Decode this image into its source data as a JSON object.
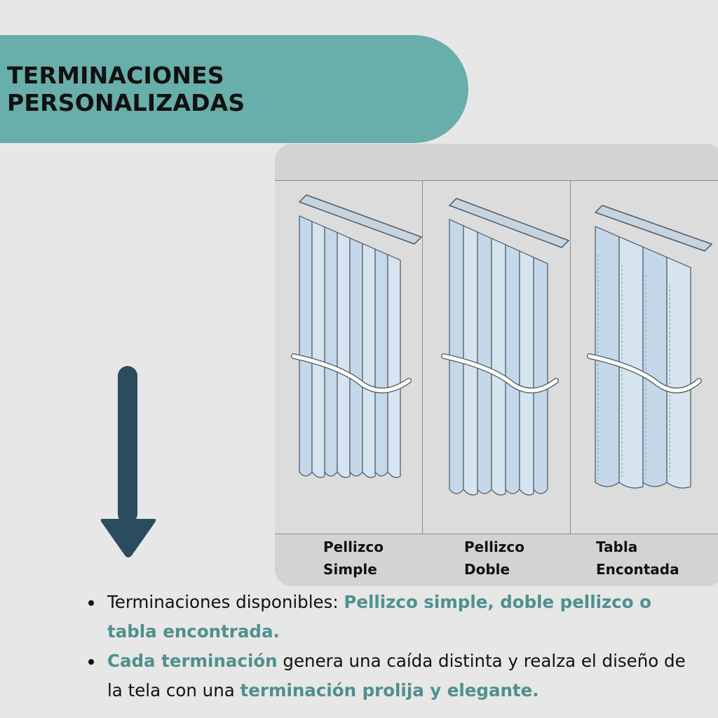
{
  "header": {
    "title": "TERMINACIONES PERSONALIZADAS"
  },
  "colors": {
    "banner": "#68aeab",
    "accent": "#4f908d",
    "arrow": "#2b4b5e",
    "card": "#d3d3d3"
  },
  "options": [
    {
      "line1": "Pellizco",
      "line2": "Simple"
    },
    {
      "line1": "Pellizco",
      "line2": "Doble"
    },
    {
      "line1": "Tabla",
      "line2": "Encontada"
    }
  ],
  "bullets": [
    {
      "plain": "Terminaciones disponibles: ",
      "highlight": "Pellizco simple, doble pellizco o tabla encontrada."
    },
    {
      "highlight": " Cada terminación",
      "plain": " genera una caída distinta y realza el diseño de la tela con una ",
      "highlight2": "terminación prolija y elegante."
    }
  ],
  "icons": {
    "arrow": "arrow-down-icon"
  }
}
